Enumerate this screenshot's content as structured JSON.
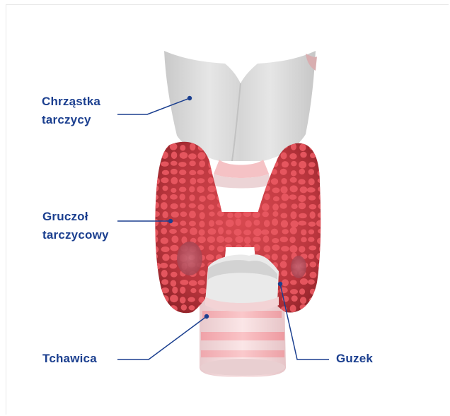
{
  "labels": {
    "cartilage": {
      "line1": "Chrząstka",
      "line2": "tarczycy"
    },
    "gland": {
      "line1": "Gruczoł",
      "line2": "tarczycowy"
    },
    "trachea": "Tchawica",
    "nodule": "Guzek"
  },
  "colors": {
    "label_text": "#1b3f8f",
    "leader_line": "#1b3f8f",
    "gland_base": "#b3323a",
    "gland_cells": "#e5525a",
    "cartilage": "#dcdcdc",
    "trachea_rings": "#f6cdd0"
  }
}
